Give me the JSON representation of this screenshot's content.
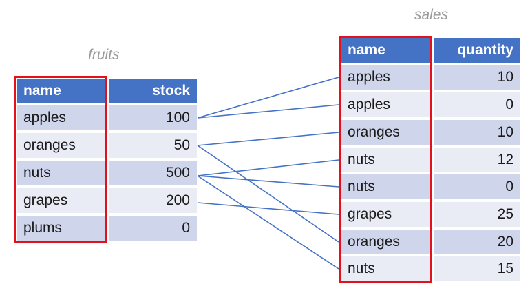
{
  "fruits": {
    "caption": "fruits",
    "columns": [
      "name",
      "stock"
    ],
    "rows": [
      {
        "name": "apples",
        "stock": "100"
      },
      {
        "name": "oranges",
        "stock": "50"
      },
      {
        "name": "nuts",
        "stock": "500"
      },
      {
        "name": "grapes",
        "stock": "200"
      },
      {
        "name": "plums",
        "stock": "0"
      }
    ]
  },
  "sales": {
    "caption": "sales",
    "columns": [
      "name",
      "quantity"
    ],
    "rows": [
      {
        "name": "apples",
        "quantity": "10"
      },
      {
        "name": "apples",
        "quantity": "0"
      },
      {
        "name": "oranges",
        "quantity": "10"
      },
      {
        "name": "nuts",
        "quantity": "12"
      },
      {
        "name": "nuts",
        "quantity": "0"
      },
      {
        "name": "grapes",
        "quantity": "25"
      },
      {
        "name": "oranges",
        "quantity": "20"
      },
      {
        "name": "nuts",
        "quantity": "15"
      }
    ]
  },
  "colors": {
    "header": "#4472c4",
    "row_odd": "#cfd5ea",
    "row_even": "#e9ebf5",
    "key_outline": "#e3111b",
    "link_line": "#4472c4"
  }
}
